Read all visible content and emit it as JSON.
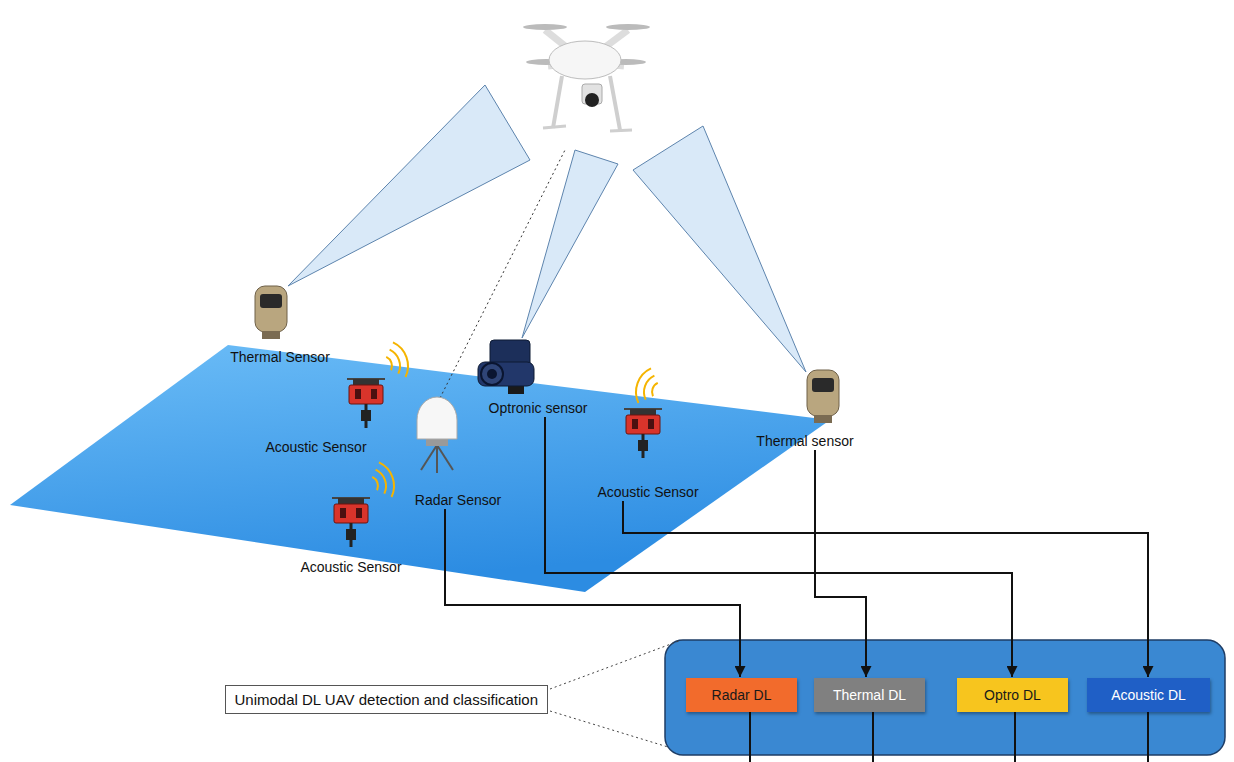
{
  "diagram": {
    "nodes": [
      {
        "text": [
          "Thermal Sensor"
        ]
      },
      {
        "text": [
          "Optronic sensor"
        ]
      },
      {
        "text": [
          "Thermal sensor"
        ]
      },
      {
        "text": [
          "Acoustic Sensor"
        ]
      },
      {
        "text": [
          "Acoustic Sensor"
        ]
      },
      {
        "text": [
          "Radar Sensor"
        ]
      },
      {
        "text": [
          "Acoustic Sensor"
        ]
      },
      {
        "text": [
          "Unimodal DL UAV detection and classification"
        ]
      },
      {
        "text": [
          "Radar DL"
        ],
        "in": 7
      },
      {
        "text": [
          "Thermal DL"
        ],
        "in": 7
      },
      {
        "text": [
          "Optro DL"
        ],
        "in": 7
      },
      {
        "text": [
          "Acoustic DL"
        ],
        "in": 7
      }
    ],
    "edges": [
      {
        "from": 5,
        "to": 8,
        "arrow": "to"
      },
      {
        "from": 2,
        "to": 9,
        "arrow": "to"
      },
      {
        "from": 1,
        "to": 10,
        "arrow": "to"
      },
      {
        "from": 4,
        "to": 11,
        "arrow": "to"
      }
    ]
  }
}
